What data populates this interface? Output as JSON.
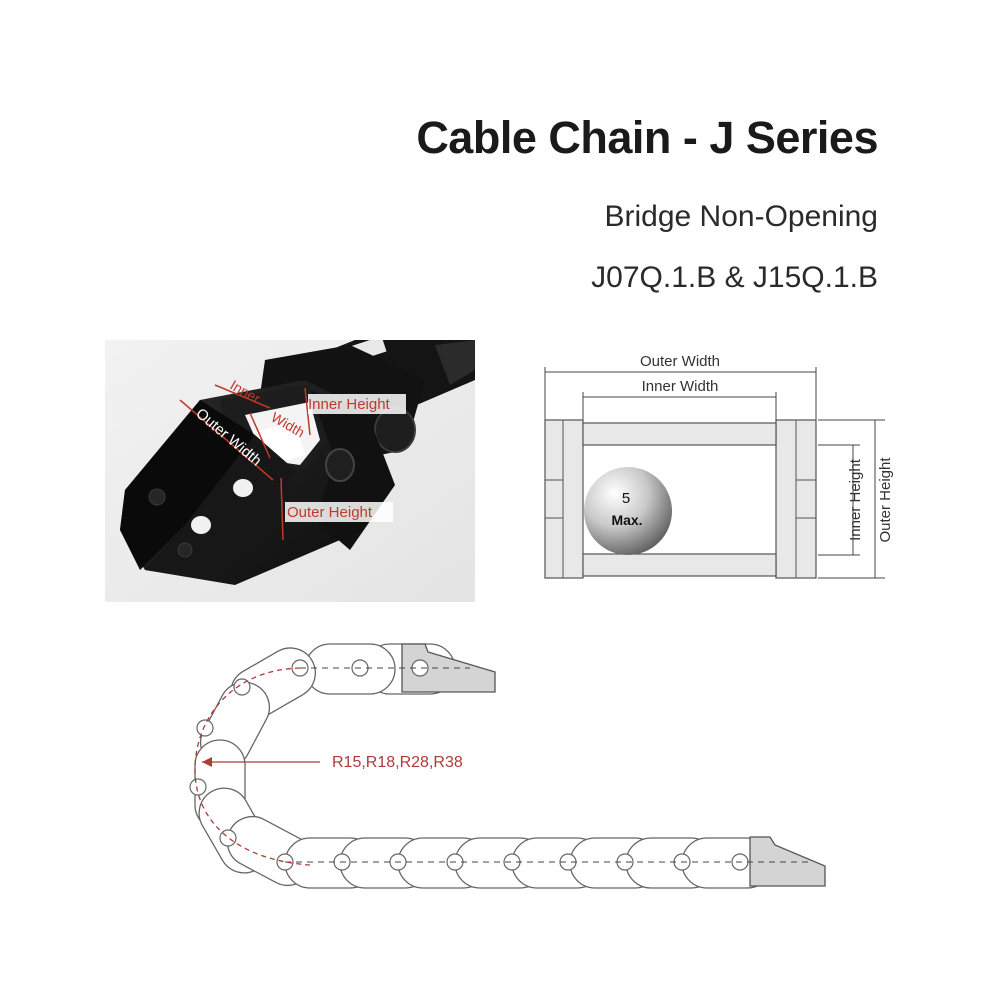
{
  "header": {
    "title": "Cable Chain - J Series",
    "subtitle": "Bridge Non-Opening",
    "models": "J07Q.1.B & J15Q.1.B"
  },
  "photo": {
    "labels": {
      "inner_height": "Inner Height",
      "inner_length": "Inner",
      "width": "Width",
      "outer_width": "Outer Width",
      "outer_height": "Outer Height"
    },
    "label_color": "#c0392b"
  },
  "cross_section": {
    "outer_width": "Outer Width",
    "inner_width": "Inner Width",
    "inner_height": "Inner Height",
    "outer_height": "Outer Height",
    "cable_size": "5",
    "cable_max": "Max."
  },
  "side_view": {
    "radius_label": "R15,R18,R28,R38",
    "accent_color": "#b03a3a"
  }
}
